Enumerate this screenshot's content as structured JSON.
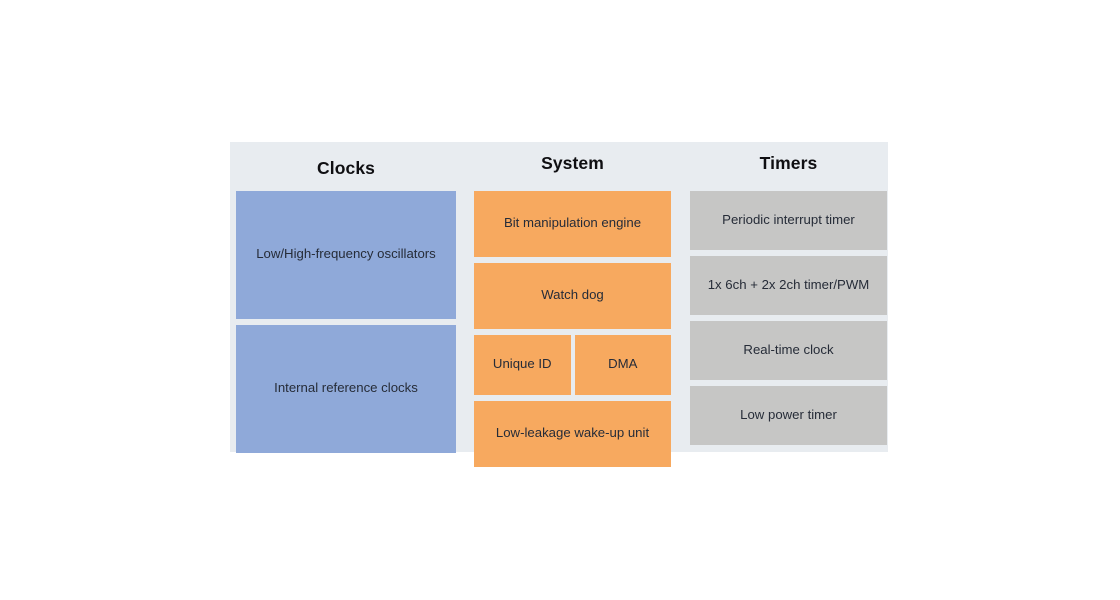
{
  "diagram": {
    "panel_bg": "#e8ecf0",
    "columns": [
      {
        "heading": "Clocks",
        "color": "#8fa9d9",
        "cells": [
          {
            "label": "Low/High-frequency oscillators"
          },
          {
            "label": "Internal reference clocks"
          }
        ]
      },
      {
        "heading": "System",
        "color": "#f7a95f",
        "cells": [
          {
            "label": "Bit manipulation engine"
          },
          {
            "label": "Watch dog"
          },
          {
            "label": "Unique ID"
          },
          {
            "label": "DMA"
          },
          {
            "label": "Low-leakage wake-up unit"
          }
        ]
      },
      {
        "heading": "Timers",
        "color": "#c6c6c5",
        "cells": [
          {
            "label": "Periodic interrupt timer"
          },
          {
            "label": "1x 6ch + 2x 2ch timer/PWM"
          },
          {
            "label": "Real-time clock"
          },
          {
            "label": "Low power timer"
          }
        ]
      }
    ]
  }
}
